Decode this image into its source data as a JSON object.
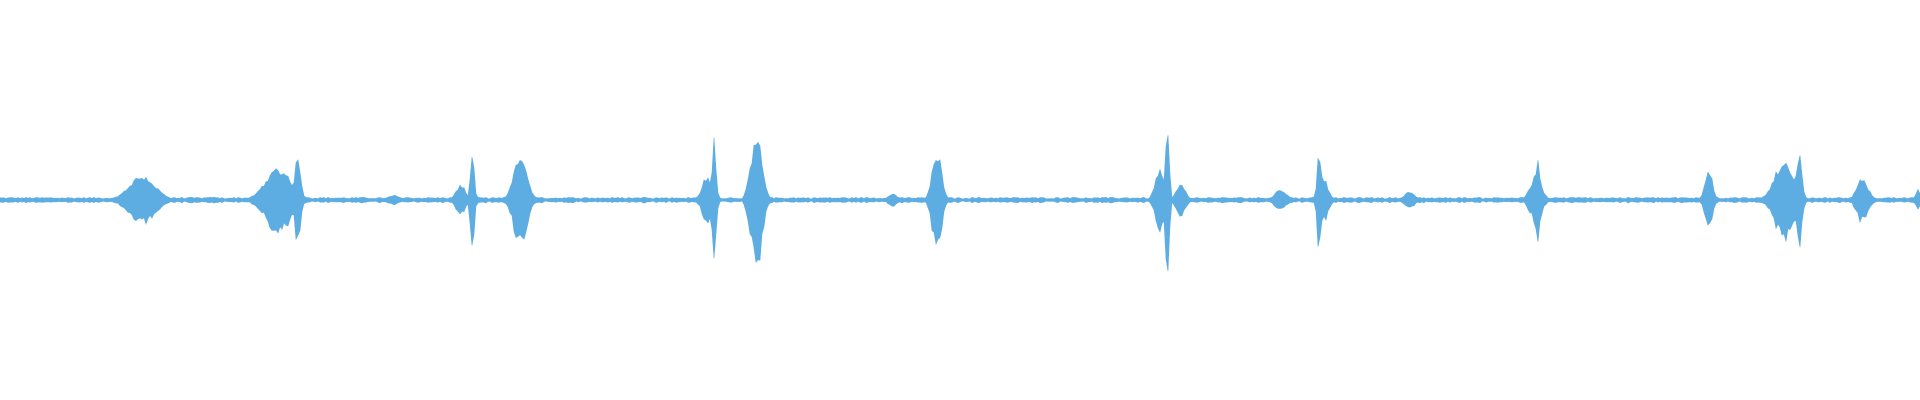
{
  "waveform": {
    "color": "#5DADE2",
    "baseline_amplitude": 0.012,
    "bursts": [
      {
        "center": 0.074,
        "width": 0.028,
        "amplitude": 0.16
      },
      {
        "center": 0.112,
        "width": 0.004,
        "amplitude": 0.02
      },
      {
        "center": 0.145,
        "width": 0.028,
        "amplitude": 0.21
      },
      {
        "center": 0.155,
        "width": 0.006,
        "amplitude": 0.31
      },
      {
        "center": 0.205,
        "width": 0.012,
        "amplitude": 0.03
      },
      {
        "center": 0.24,
        "width": 0.01,
        "amplitude": 0.1
      },
      {
        "center": 0.246,
        "width": 0.004,
        "amplitude": 0.35
      },
      {
        "center": 0.271,
        "width": 0.014,
        "amplitude": 0.29
      },
      {
        "center": 0.336,
        "width": 0.008,
        "amplitude": 0.02
      },
      {
        "center": 0.368,
        "width": 0.01,
        "amplitude": 0.15
      },
      {
        "center": 0.372,
        "width": 0.004,
        "amplitude": 0.4
      },
      {
        "center": 0.394,
        "width": 0.012,
        "amplitude": 0.42
      },
      {
        "center": 0.465,
        "width": 0.01,
        "amplitude": 0.04
      },
      {
        "center": 0.488,
        "width": 0.01,
        "amplitude": 0.32
      },
      {
        "center": 0.56,
        "width": 0.008,
        "amplitude": 0.02
      },
      {
        "center": 0.604,
        "width": 0.01,
        "amplitude": 0.2
      },
      {
        "center": 0.608,
        "width": 0.004,
        "amplitude": 0.48
      },
      {
        "center": 0.615,
        "width": 0.01,
        "amplitude": 0.1
      },
      {
        "center": 0.667,
        "width": 0.012,
        "amplitude": 0.07
      },
      {
        "center": 0.689,
        "width": 0.01,
        "amplitude": 0.15
      },
      {
        "center": 0.687,
        "width": 0.004,
        "amplitude": 0.36
      },
      {
        "center": 0.734,
        "width": 0.01,
        "amplitude": 0.06
      },
      {
        "center": 0.8,
        "width": 0.012,
        "amplitude": 0.16
      },
      {
        "center": 0.801,
        "width": 0.004,
        "amplitude": 0.31
      },
      {
        "center": 0.89,
        "width": 0.008,
        "amplitude": 0.2
      },
      {
        "center": 0.929,
        "width": 0.02,
        "amplitude": 0.25
      },
      {
        "center": 0.937,
        "width": 0.006,
        "amplitude": 0.3
      },
      {
        "center": 0.97,
        "width": 0.012,
        "amplitude": 0.14
      },
      {
        "center": 0.999,
        "width": 0.004,
        "amplitude": 0.07
      }
    ]
  }
}
